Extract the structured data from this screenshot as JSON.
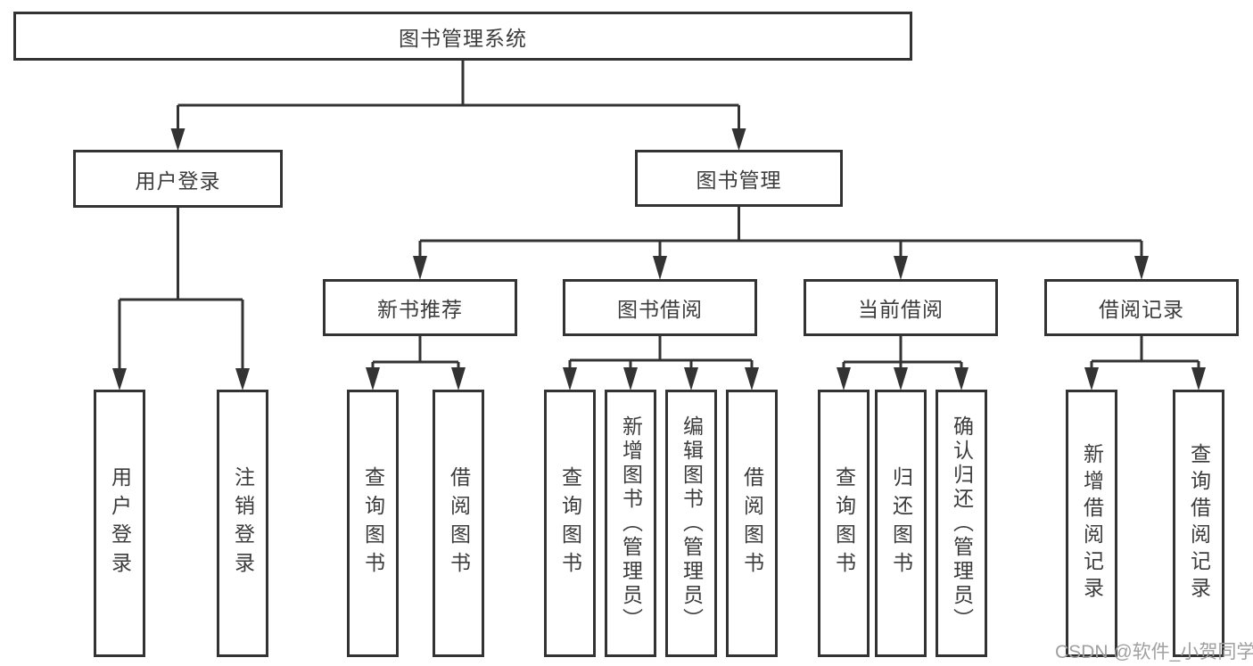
{
  "tree": {
    "label": "图书管理系统",
    "children": [
      {
        "label": "用户登录",
        "children": [
          {
            "label": "用户登录"
          },
          {
            "label": "注销登录"
          }
        ]
      },
      {
        "label": "图书管理",
        "children": [
          {
            "label": "新书推荐",
            "children": [
              {
                "label": "查询图书"
              },
              {
                "label": "借阅图书"
              }
            ]
          },
          {
            "label": "图书借阅",
            "children": [
              {
                "label": "查询图书"
              },
              {
                "label": "新增图书（管理员）"
              },
              {
                "label": "编辑图书（管理员）"
              },
              {
                "label": "借阅图书"
              }
            ]
          },
          {
            "label": "当前借阅",
            "children": [
              {
                "label": "查询图书"
              },
              {
                "label": "归还图书"
              },
              {
                "label": "确认归还（管理员）"
              }
            ]
          },
          {
            "label": "借阅记录",
            "children": [
              {
                "label": "新增借阅记录"
              },
              {
                "label": "查询借阅记录"
              }
            ]
          }
        ]
      }
    ]
  },
  "watermark": {
    "text": "CSDN @软件_小贺同学"
  },
  "colors": {
    "line": "#333333",
    "box_border": "#333333",
    "text": "#3c3c3c",
    "background": "#ffffff",
    "watermark": "#a0a0a0"
  }
}
